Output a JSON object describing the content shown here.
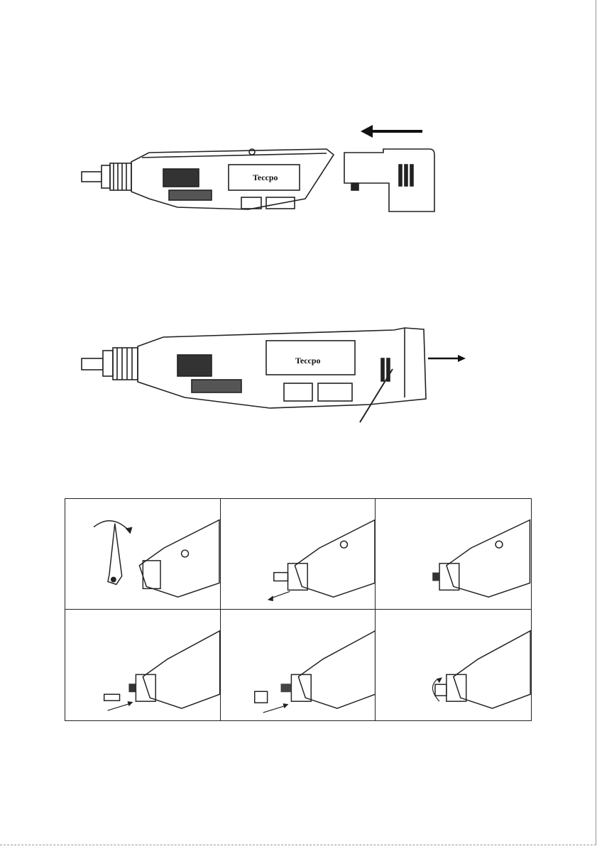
{
  "brand": {
    "logo_text": "Teccpo"
  },
  "figures": {
    "insert_battery": {
      "arrow_direction": "left"
    },
    "remove_battery": {
      "arrow_direction": "right"
    }
  },
  "steps": [
    {
      "id": 1,
      "icon": "wrench-icon"
    },
    {
      "id": 2,
      "icon": "collet-removed-icon"
    },
    {
      "id": 3,
      "icon": "spindle-icon"
    },
    {
      "id": 4,
      "icon": "collet-insert-icon"
    },
    {
      "id": 5,
      "icon": "nut-insert-icon"
    },
    {
      "id": 6,
      "icon": "nut-tighten-icon"
    }
  ],
  "colors": {
    "line": "#222222",
    "fill_dark": "#333333",
    "background": "#ffffff"
  }
}
